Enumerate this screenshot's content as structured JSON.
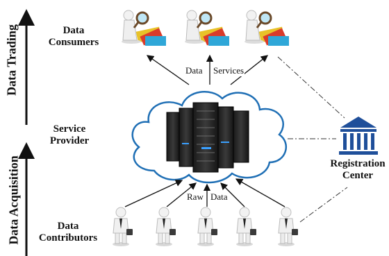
{
  "side_labels": {
    "data_trading": "Data Trading",
    "data_acquisition": "Data Acquisition"
  },
  "roles": {
    "consumers_line1": "Data",
    "consumers_line2": "Consumers",
    "provider_line1": "Service",
    "provider_line2": "Provider",
    "contributors_line1": "Data",
    "contributors_line2": "Contributors",
    "registration_line1": "Registration",
    "registration_line2": "Center"
  },
  "flows": {
    "data_word": "Data",
    "services_word": "Services",
    "raw_word": "Raw",
    "raw_data_word": "Data"
  },
  "icons": {
    "consumer": "analyst-with-magnifier-and-folders-icon",
    "server": "server-rack-icon",
    "cloud": "cloud-icon",
    "registration": "institution-building-icon",
    "contributor": "businessman-with-briefcase-icon"
  },
  "colors": {
    "cloud_stroke": "#1f6fb5",
    "cloud_fill": "#ffffff",
    "building": "#1f4f9a",
    "server_body": "#2b2b2b",
    "arrow": "#111111"
  }
}
